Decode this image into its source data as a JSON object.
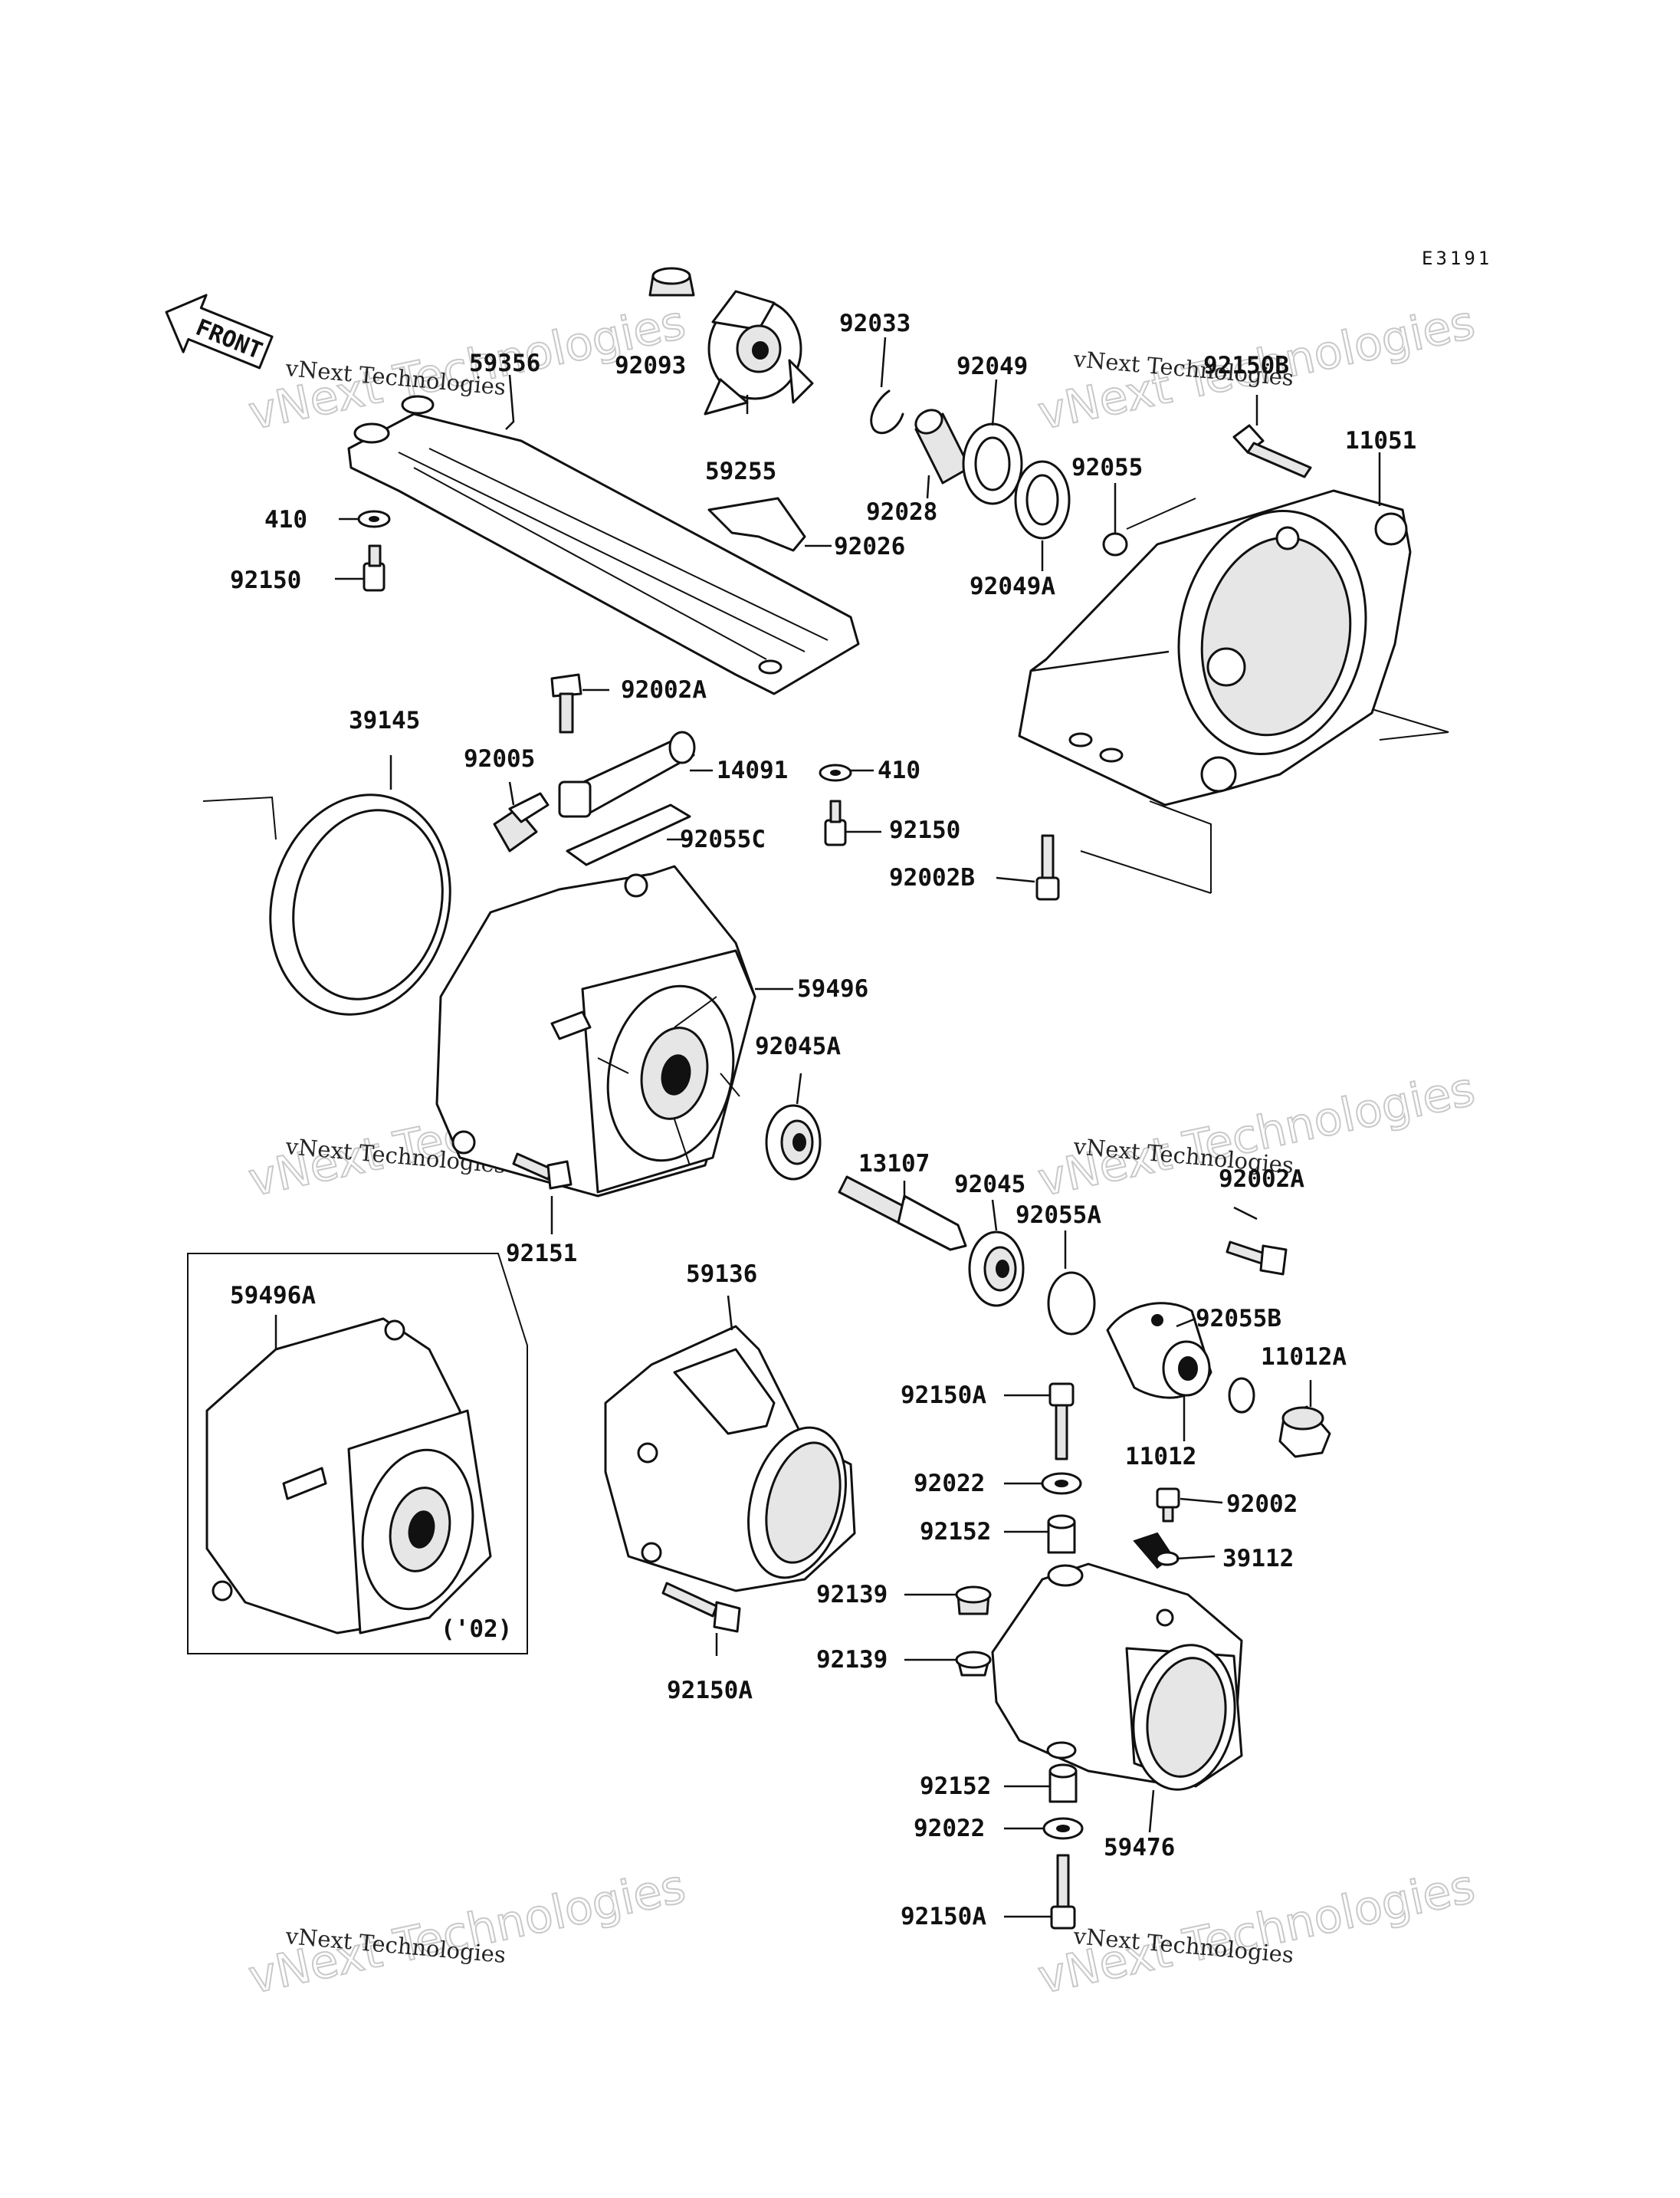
{
  "diagram": {
    "code": "E3191",
    "front_label": "FRONT",
    "inset_note": "('02)",
    "watermark_small": "vNext Technologies",
    "watermark_big": "vNext Technologies"
  },
  "parts": {
    "p59356": "59356",
    "p410a": "410",
    "p92150a1": "92150",
    "p92093": "92093",
    "p59255": "59255",
    "p92033": "92033",
    "p92028": "92028",
    "p92026": "92026",
    "p92049": "92049",
    "p92049A": "92049A",
    "p92055": "92055",
    "p92150B": "92150B",
    "p11051": "11051",
    "p92002A_top": "92002A",
    "p39145": "39145",
    "p92005": "92005",
    "p14091": "14091",
    "p92055C": "92055C",
    "p410b": "410",
    "p92150b2": "92150",
    "p92002B": "92002B",
    "p59496": "59496",
    "p92045A": "92045A",
    "p92151": "92151",
    "p13107": "13107",
    "p92045": "92045",
    "p92055A": "92055A",
    "p92002A_right": "92002A",
    "p59496A": "59496A",
    "p59136": "59136",
    "p92055B": "92055B",
    "p11012A": "11012A",
    "p11012": "11012",
    "p92150A_1": "92150A",
    "p92022_1": "92022",
    "p92002": "92002",
    "p92152_1": "92152",
    "p39112": "39112",
    "p92139_1": "92139",
    "p92139_2": "92139",
    "p92150A_2": "92150A",
    "p92152_2": "92152",
    "p92022_2": "92022",
    "p59476": "59476",
    "p92150A_3": "92150A"
  }
}
